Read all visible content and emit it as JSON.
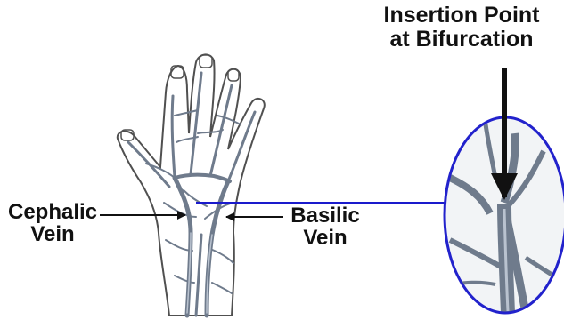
{
  "labels": {
    "insertion": {
      "line1": "Insertion Point",
      "line2": "at Bifurcation"
    },
    "cephalic": {
      "line1": "Cephalic",
      "line2": "Vein"
    },
    "basilic": {
      "line1": "Basilic",
      "line2": "Vein"
    }
  },
  "colors": {
    "vein": "#6f7b8c",
    "vein_light": "#b9c2cf",
    "outline": "#505050",
    "zoom_border": "#2222cc",
    "connector": "#1a1acc",
    "arrow": "#111111"
  },
  "icons": {
    "hand": "hand-illustration",
    "zoom": "bifurcation-magnifier"
  }
}
